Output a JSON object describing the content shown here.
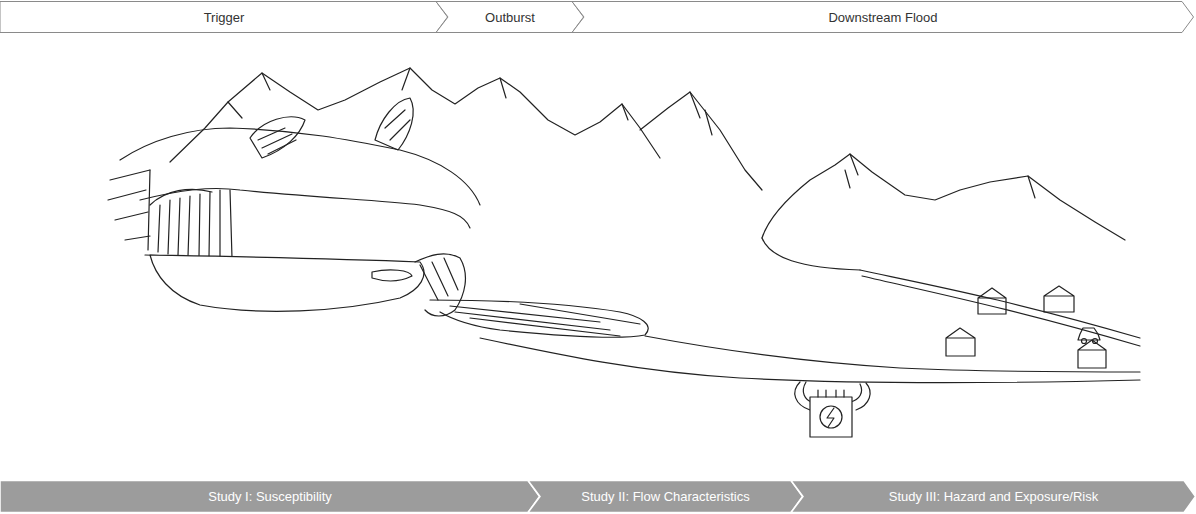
{
  "diagram": {
    "nodes": [
      {
        "text": [
          "Trigger"
        ]
      },
      {
        "text": [
          "Outburst"
        ]
      },
      {
        "text": [
          "Downstream Flood"
        ]
      },
      {
        "text": [
          "Study I: Susceptibility"
        ]
      },
      {
        "text": [
          "Study II: Flow Characteristics"
        ]
      },
      {
        "text": [
          "Study III: Hazard and Exposure/Risk"
        ]
      }
    ]
  }
}
